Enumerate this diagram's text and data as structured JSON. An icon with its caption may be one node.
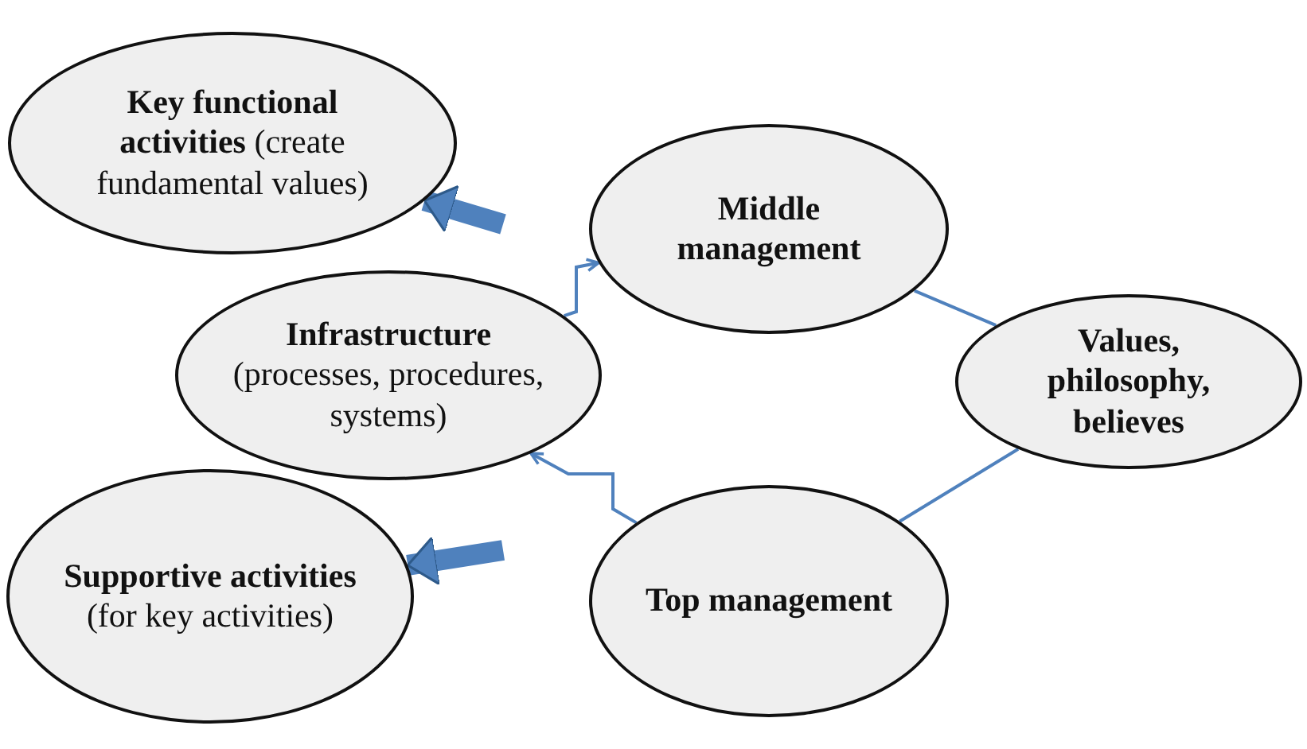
{
  "diagram": {
    "nodes": [
      {
        "text": [
          "**Key functional activities** (create fundamental values)"
        ]
      },
      {
        "text": [
          "Middle management"
        ]
      },
      {
        "text": [
          "**Infrastructure** (processes, procedures, systems)"
        ]
      },
      {
        "text": [
          "Values, philosophy, believes"
        ]
      },
      {
        "text": [
          "**Supportive activities** (for key activities)"
        ]
      },
      {
        "text": [
          "Top management"
        ]
      }
    ],
    "edges": [
      {
        "from": 2,
        "to": 1,
        "arrow": "to"
      },
      {
        "from": 5,
        "to": 2,
        "arrow": "to"
      },
      {
        "from": 3,
        "to": 1,
        "arrow": "none"
      },
      {
        "from": 3,
        "to": 5,
        "arrow": "none"
      },
      {
        "from": null,
        "to": 0,
        "arrow": "to",
        "style": "thick"
      },
      {
        "from": null,
        "to": 4,
        "arrow": "to",
        "style": "thick"
      }
    ]
  }
}
